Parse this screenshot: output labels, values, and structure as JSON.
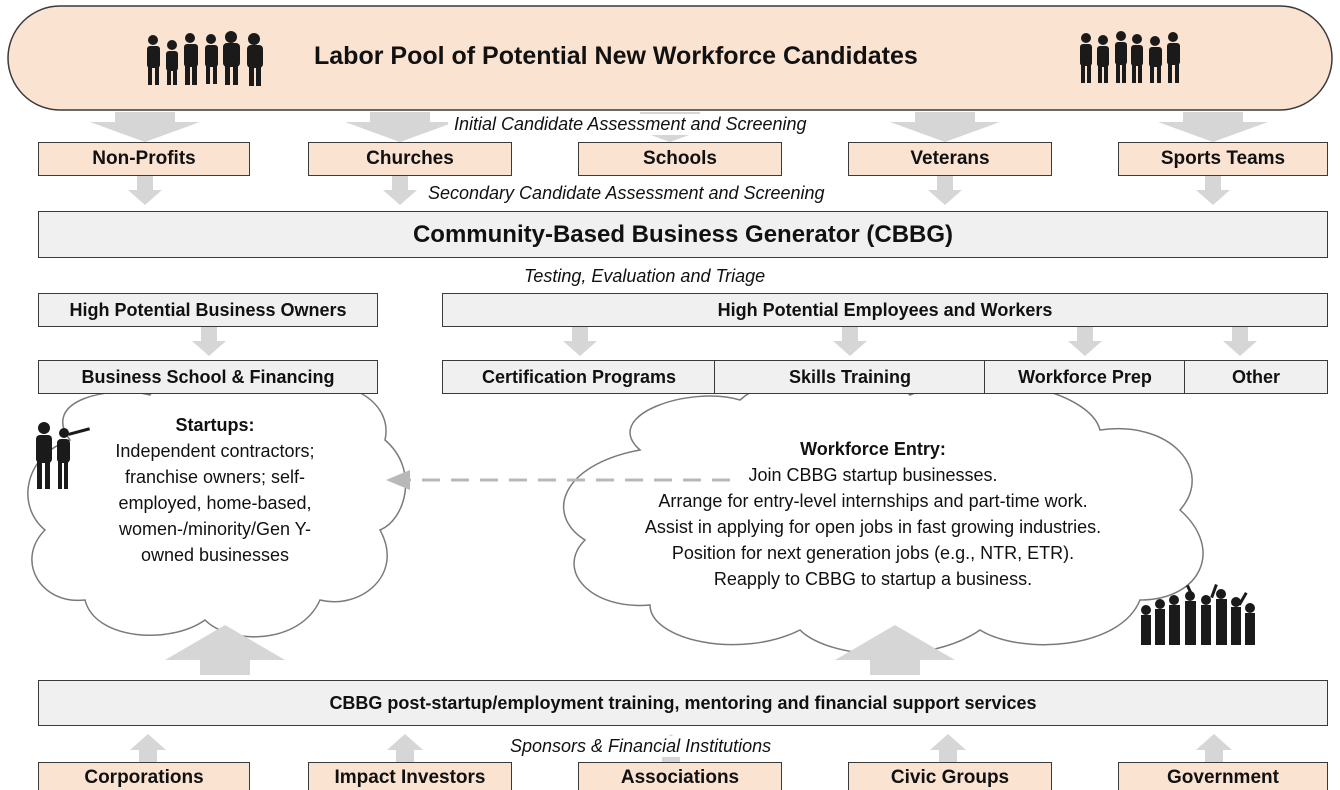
{
  "title": "Labor Pool of Potential New Workforce Candidates",
  "labels": {
    "initial_screening": "Initial Candidate Assessment and Screening",
    "secondary_screening": "Secondary Candidate Assessment and Screening",
    "testing": "Testing, Evaluation and Triage",
    "sponsors": "Sponsors & Financial Institutions"
  },
  "sources": [
    "Non-Profits",
    "Churches",
    "Schools",
    "Veterans",
    "Sports Teams"
  ],
  "cbbg": "Community-Based Business Generator (CBBG)",
  "business_owners": "High Potential Business Owners",
  "employees": "High Potential Employees and Workers",
  "business_school": "Business School & Financing",
  "programs": [
    "Certification Programs",
    "Skills Training",
    "Workforce Prep",
    "Other"
  ],
  "startups": {
    "heading": "Startups:",
    "lines": [
      "Independent contractors;",
      "franchise owners; self-",
      "employed, home-based,",
      "women-/minority/Gen Y-",
      "owned businesses"
    ]
  },
  "workforce_entry": {
    "heading": "Workforce Entry:",
    "lines": [
      "Join CBBG startup businesses.",
      "Arrange for entry-level internships and part-time work.",
      "Assist in applying for open jobs in fast growing industries.",
      "Position for next generation jobs (e.g., NTR, ETR).",
      "Reapply to CBBG to startup a business."
    ]
  },
  "support_services": "CBBG post-startup/employment training, mentoring and financial support services",
  "sponsors_list": [
    "Corporations",
    "Impact Investors",
    "Associations",
    "Civic Groups",
    "Government"
  ],
  "colors": {
    "peach": "#fbe3d2",
    "grey_box": "#f0f0f0",
    "arrow": "#d6d6d6",
    "border": "#3a3a3a",
    "silhouette": "#1a1a1a"
  },
  "icons": [
    "people-silhouette-icon",
    "couple-silhouette-icon",
    "crowd-silhouette-icon"
  ]
}
